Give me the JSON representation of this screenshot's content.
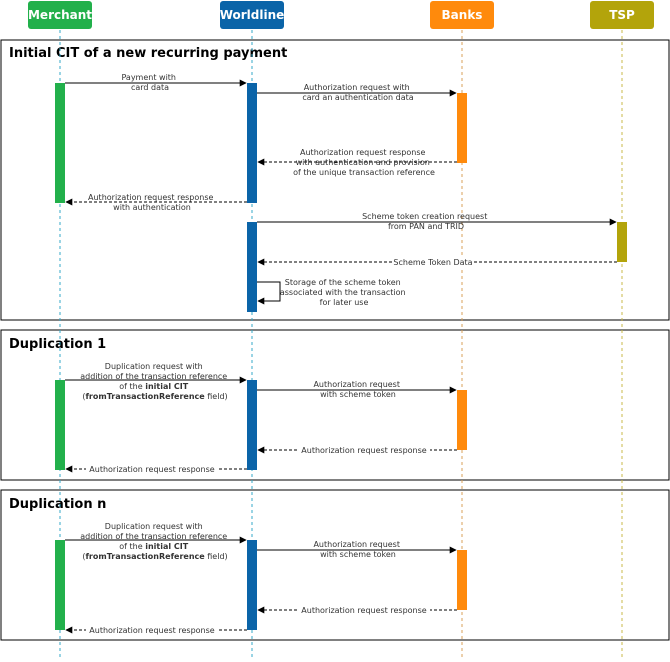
{
  "actors": [
    {
      "key": "merchant",
      "name": "Merchant",
      "color": "#22b04b",
      "line": "#36a9c9"
    },
    {
      "key": "worldline",
      "name": "Worldline",
      "color": "#0b64a8",
      "line": "#36a9c9"
    },
    {
      "key": "banks",
      "name": "Banks",
      "color": "#ff8a0c",
      "line": "#d8a05a"
    },
    {
      "key": "tsp",
      "name": "TSP",
      "color": "#b3a40b",
      "line": "#c8b84a"
    }
  ],
  "sections": [
    {
      "key": "initial",
      "title": "Initial CIT of a new recurring payment"
    },
    {
      "key": "dup1",
      "title": "Duplication 1"
    },
    {
      "key": "dupn",
      "title": "Duplication n"
    }
  ],
  "messages": {
    "payment_with_card": [
      "Payment with",
      "card data"
    ],
    "auth_req_card": [
      "Authorization request with",
      "card an authentication data"
    ],
    "auth_resp_provision": [
      "Authorization request response",
      "with authentication and provision",
      "of the unique transaction reference"
    ],
    "auth_resp_auth": [
      "Authorization request response",
      "with authentication"
    ],
    "scheme_token_req": [
      "Scheme token creation request",
      "from PAN and TRID"
    ],
    "scheme_token_data": "Scheme Token Data",
    "storage": [
      "Storage of the scheme token",
      "associated with the transaction",
      "for later use"
    ],
    "dup_req_line1": "Duplication request with",
    "dup_req_line2": "addition of the transaction reference",
    "dup_req_line3_pre": "of the ",
    "dup_req_line3_bold": "initial CIT",
    "dup_req_line4_pre": "(",
    "dup_req_line4_bold": "fromTransactionReference",
    "dup_req_line4_post": " field)",
    "auth_req_scheme": [
      "Authorization request",
      "with scheme token"
    ],
    "auth_resp": "Authorization request response"
  }
}
